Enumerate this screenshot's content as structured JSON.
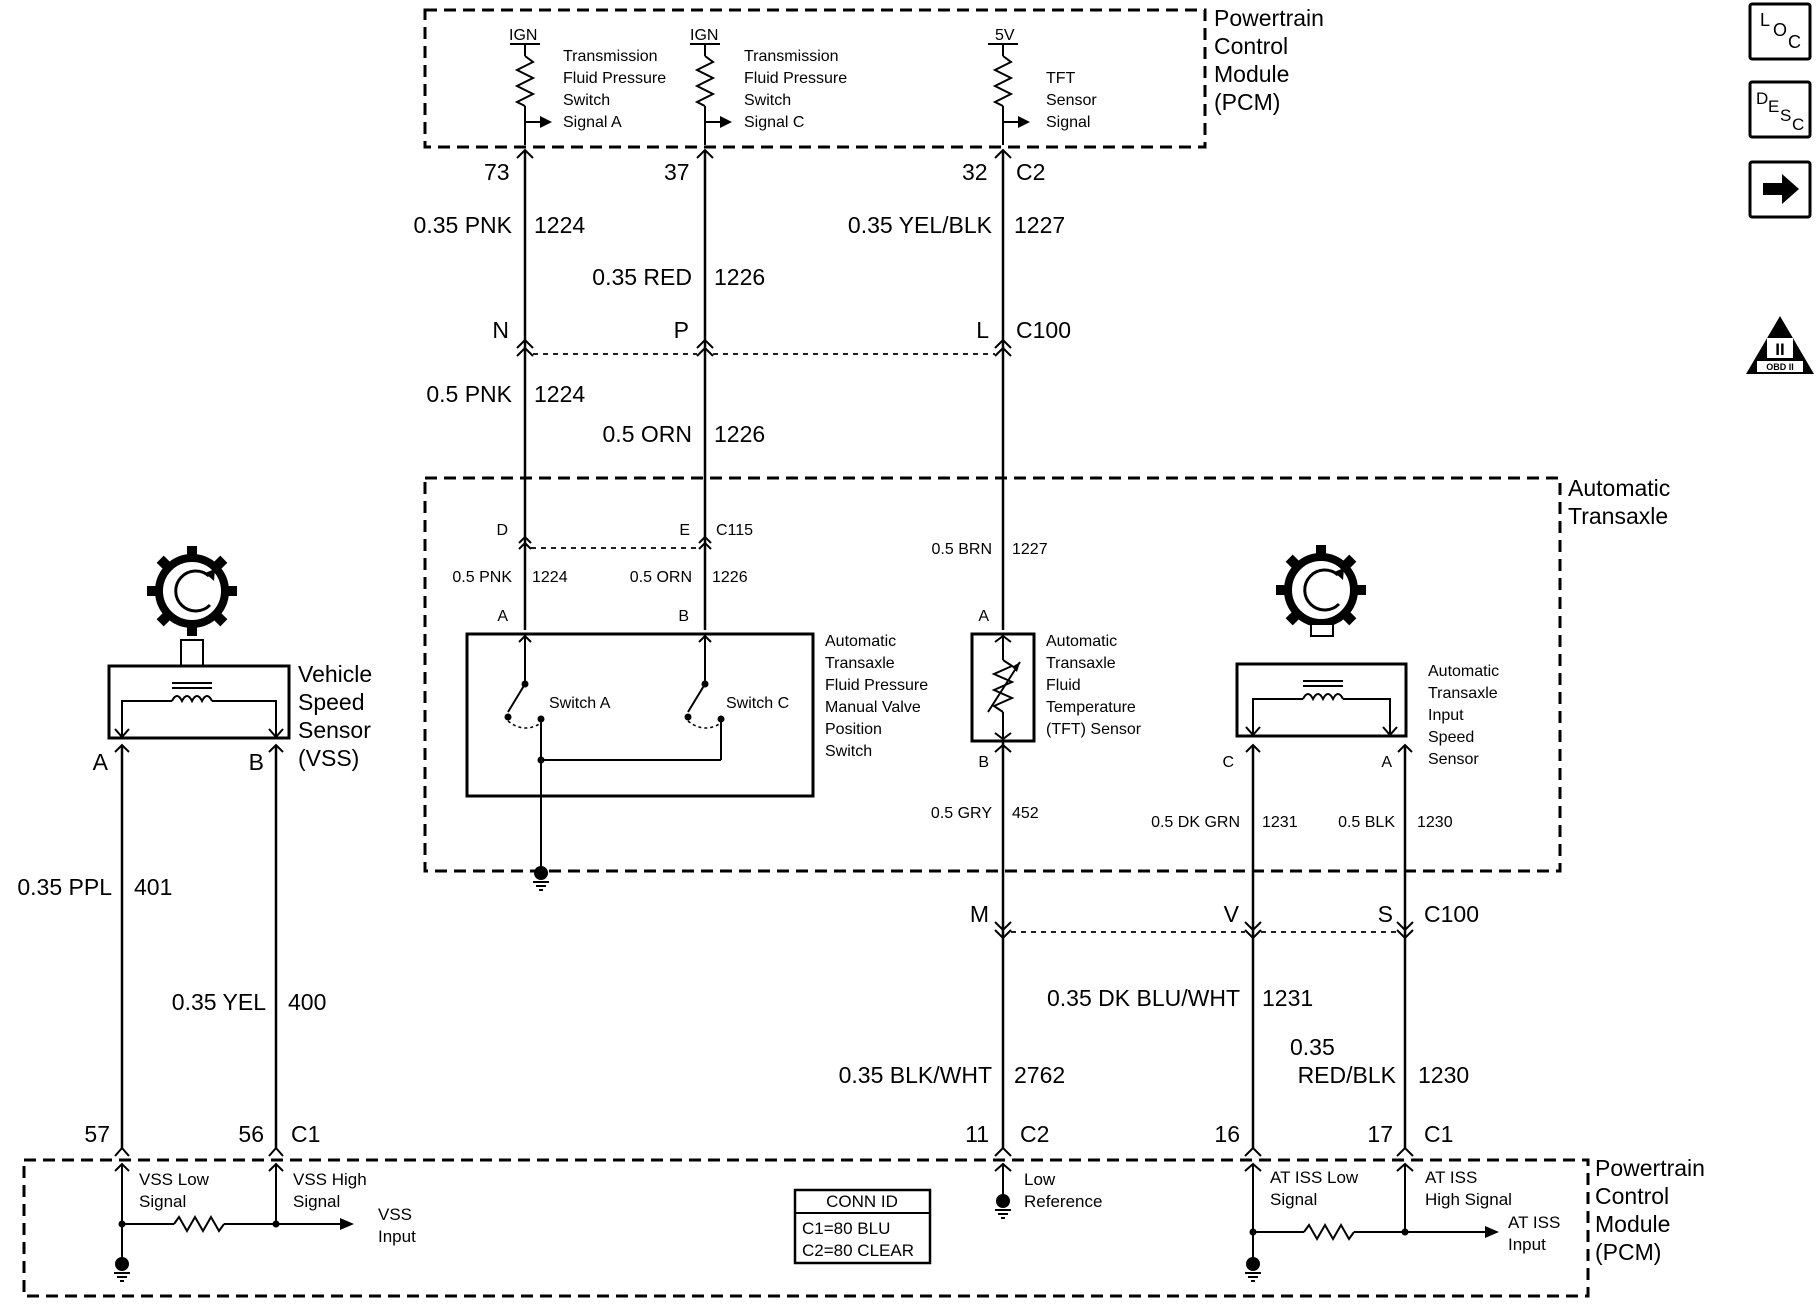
{
  "pcm_top": {
    "title": [
      "Powertrain",
      "Control",
      "Module",
      "(PCM)"
    ],
    "circuits": [
      {
        "supply": "IGN",
        "label": [
          "Transmission",
          "Fluid Pressure",
          "Switch",
          "Signal A"
        ],
        "pin": "73"
      },
      {
        "supply": "IGN",
        "label": [
          "Transmission",
          "Fluid Pressure",
          "Switch",
          "Signal C"
        ],
        "pin": "37"
      },
      {
        "supply": "5V",
        "label": [
          "TFT",
          "Sensor",
          "Signal"
        ],
        "pin": "32",
        "connector": "C2"
      }
    ]
  },
  "upper_wires": {
    "w1": {
      "gauge": "0.35 PNK",
      "circuit": "1224"
    },
    "w2": {
      "gauge": "0.35 RED",
      "circuit": "1226"
    },
    "w3": {
      "gauge": "0.35 YEL/BLK",
      "circuit": "1227"
    }
  },
  "c100_top": {
    "pins": [
      "N",
      "P",
      "L"
    ],
    "connector": "C100"
  },
  "mid_wires": {
    "w1": {
      "gauge": "0.5 PNK",
      "circuit": "1224"
    },
    "w2": {
      "gauge": "0.5 ORN",
      "circuit": "1226"
    }
  },
  "transaxle": {
    "title": [
      "Automatic",
      "Transaxle"
    ],
    "c115": {
      "pins": [
        "D",
        "E"
      ],
      "connector": "C115"
    },
    "inner_wires": [
      {
        "gauge": "0.5 PNK",
        "circuit": "1224"
      },
      {
        "gauge": "0.5 ORN",
        "circuit": "1226"
      },
      {
        "gauge": "0.5 BRN",
        "circuit": "1227"
      },
      {
        "gauge": "0.5 GRY",
        "circuit": "452"
      },
      {
        "gauge": "0.5 DK GRN",
        "circuit": "1231"
      },
      {
        "gauge": "0.5 BLK",
        "circuit": "1230"
      }
    ],
    "pressure_switch": {
      "pins": [
        "A",
        "B"
      ],
      "switch_a": "Switch A",
      "switch_c": "Switch C",
      "label": [
        "Automatic",
        "Transaxle",
        "Fluid Pressure",
        "Manual Valve",
        "Position",
        "Switch"
      ]
    },
    "tft_sensor": {
      "pins": [
        "A",
        "B"
      ],
      "label": [
        "Automatic",
        "Transaxle",
        "Fluid",
        "Temperature",
        "(TFT) Sensor"
      ]
    },
    "iss_sensor": {
      "pins": [
        "C",
        "A"
      ],
      "label": [
        "Automatic",
        "Transaxle",
        "Input",
        "Speed",
        "Sensor"
      ]
    }
  },
  "vss": {
    "label": [
      "Vehicle",
      "Speed",
      "Sensor",
      "(VSS)"
    ],
    "pins": [
      "A",
      "B"
    ],
    "wires": [
      {
        "gauge": "0.35 PPL",
        "circuit": "401"
      },
      {
        "gauge": "0.35 YEL",
        "circuit": "400"
      }
    ]
  },
  "c100_bottom": {
    "pins": [
      "M",
      "V",
      "S"
    ],
    "connector": "C100"
  },
  "lower_wires": {
    "dkblu": {
      "gauge": "0.35 DK BLU/WHT",
      "circuit": "1231"
    },
    "redblk": {
      "gauge": [
        "0.35",
        "RED/BLK"
      ],
      "circuit": "1230"
    },
    "blkwht": {
      "gauge": "0.35 BLK/WHT",
      "circuit": "2762"
    }
  },
  "pcm_bottom": {
    "title": [
      "Powertrain",
      "Control",
      "Module",
      "(PCM)"
    ],
    "pins": {
      "p57": "57",
      "p56": "56",
      "c1a": "C1",
      "p11": "11",
      "c2": "C2",
      "p16": "16",
      "p17": "17",
      "c1b": "C1"
    },
    "labels": {
      "vss_low": [
        "VSS Low",
        "Signal"
      ],
      "vss_high": [
        "VSS High",
        "Signal"
      ],
      "vss_input": [
        "VSS",
        "Input"
      ],
      "low_ref": [
        "Low",
        "Reference"
      ],
      "iss_low": [
        "AT ISS Low",
        "Signal"
      ],
      "iss_high": [
        "AT ISS",
        "High Signal"
      ],
      "iss_input": [
        "AT ISS",
        "Input"
      ]
    },
    "conn_id": {
      "title": "CONN ID",
      "lines": [
        "C1=80 BLU",
        "C2=80 CLEAR"
      ]
    }
  },
  "side_buttons": {
    "loc": {
      "main": "L",
      "sub1": "O",
      "sub2": "C"
    },
    "desc": {
      "main": "D",
      "sub1": "E",
      "sub2": "S",
      "sub3": "C"
    },
    "next_icon": "arrow-right-icon",
    "obd": {
      "numeral": "II",
      "text": "OBD II"
    }
  }
}
